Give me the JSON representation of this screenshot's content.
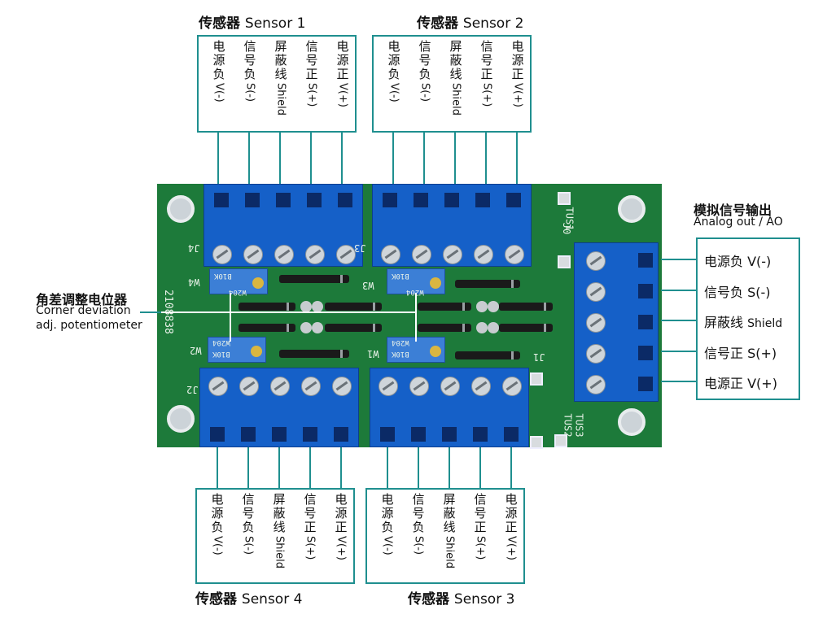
{
  "sensors": {
    "s1": {
      "cn": "传感器",
      "en": "Sensor 1"
    },
    "s2": {
      "cn": "传感器",
      "en": "Sensor 2"
    },
    "s3": {
      "cn": "传感器",
      "en": "Sensor 3"
    },
    "s4": {
      "cn": "传感器",
      "en": "Sensor 4"
    }
  },
  "pins": [
    {
      "cn": "电源负",
      "rt": "V(-)"
    },
    {
      "cn": "信号负",
      "rt": "S(-)"
    },
    {
      "cn": "屏蔽线",
      "rt": "Shield"
    },
    {
      "cn": "信号正",
      "rt": "S(+)"
    },
    {
      "cn": "电源正",
      "rt": "V(+)"
    }
  ],
  "analog_out": {
    "title_cn": "模拟信号输出",
    "title_en": "Analog out / AO",
    "rows": [
      {
        "cn": "电源负",
        "en": "V(-)"
      },
      {
        "cn": "信号负",
        "en": "S(-)"
      },
      {
        "cn": "屏蔽线",
        "en": "Shield"
      },
      {
        "cn": "信号正",
        "en": "S(+)"
      },
      {
        "cn": "电源正",
        "en": "V(+)"
      }
    ]
  },
  "corner_pot": {
    "cn": "角差调整电位器",
    "en1": "Corner deviation",
    "en2": "adj. potentiometer"
  },
  "board_silk": {
    "j1": "J1",
    "j2": "J2",
    "j3": "J3",
    "j4": "J4",
    "j0": "J0",
    "w1": "W1",
    "w2": "W2",
    "w3": "W3",
    "w4": "W4",
    "pot_code": "W204",
    "pot_sub": "B10K",
    "serial": "2108838",
    "tus1": "TUS1",
    "tus2": "TUS2",
    "tus3": "TUS3"
  },
  "colors": {
    "line": "#1f8f8f",
    "board": "#1d7a3a",
    "terminal": "#1560c8"
  }
}
